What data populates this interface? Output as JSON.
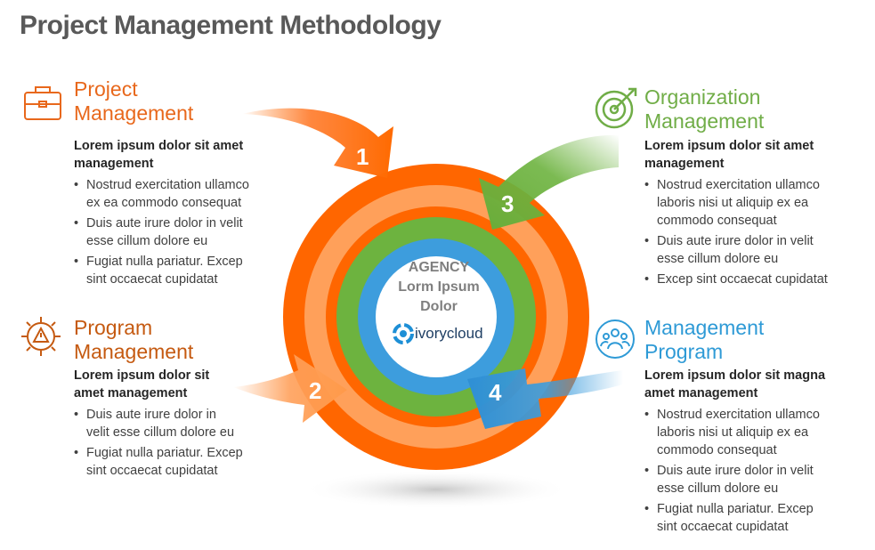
{
  "title": "Project Management Methodology",
  "center": {
    "line1": "AGENCY",
    "line2": "Lorm Ipsum",
    "line3": "Dolor",
    "logo_text": "ivorycloud"
  },
  "colors": {
    "orange": "#ff6600",
    "light_orange": "#ffa05a",
    "green": "#6db33f",
    "blue": "#3d9ddd",
    "title_gray": "#595959"
  },
  "blocks": [
    {
      "number": "1",
      "heading_line1": "Project",
      "heading_line2": "Management",
      "icon": "briefcase-icon",
      "color": "#e8681c",
      "subtitle_line1": "Lorem ipsum dolor sit amet",
      "subtitle_line2": "management",
      "bullets": [
        [
          "Nostrud exercitation ullamco",
          "ex ea commodo consequat"
        ],
        [
          "Duis aute irure dolor in velit",
          "esse cillum dolore eu"
        ],
        [
          "Fugiat nulla pariatur. Excep",
          "sint occaecat cupidatat"
        ]
      ]
    },
    {
      "number": "2",
      "heading_line1": "Program",
      "heading_line2": "Management",
      "icon": "gear-warning-icon",
      "color": "#c55a11",
      "subtitle_line1": "Lorem ipsum dolor sit",
      "subtitle_line2": "amet management",
      "bullets": [
        [
          "Duis aute irure dolor in",
          "velit  esse cillum dolore eu"
        ],
        [
          "Fugiat nulla pariatur. Excep",
          "sint occaecat cupidatat"
        ]
      ]
    },
    {
      "number": "3",
      "heading_line1": "Organization",
      "heading_line2": "Management",
      "icon": "target-icon",
      "color": "#70ad47",
      "subtitle_line1": "Lorem ipsum dolor sit amet",
      "subtitle_line2": "management",
      "bullets": [
        [
          "Nostrud exercitation ullamco",
          "laboris nisi ut aliquip ex ea",
          "commodo consequat"
        ],
        [
          "Duis aute irure dolor in velit",
          "esse cillum dolore eu"
        ],
        [
          "Excep sint occaecat cupidatat"
        ]
      ]
    },
    {
      "number": "4",
      "heading_line1": "Management",
      "heading_line2": "Program",
      "icon": "team-icon",
      "color": "#2e9ad6",
      "subtitle_line1": "Lorem ipsum dolor sit magna",
      "subtitle_line2": "amet management",
      "bullets": [
        [
          "Nostrud exercitation ullamco",
          "laboris nisi ut aliquip ex ea",
          "commodo consequat"
        ],
        [
          "Duis aute irure dolor in velit",
          "esse cillum dolore eu"
        ],
        [
          "Fugiat nulla pariatur. Excep",
          "sint occaecat cupidatat"
        ]
      ]
    }
  ]
}
